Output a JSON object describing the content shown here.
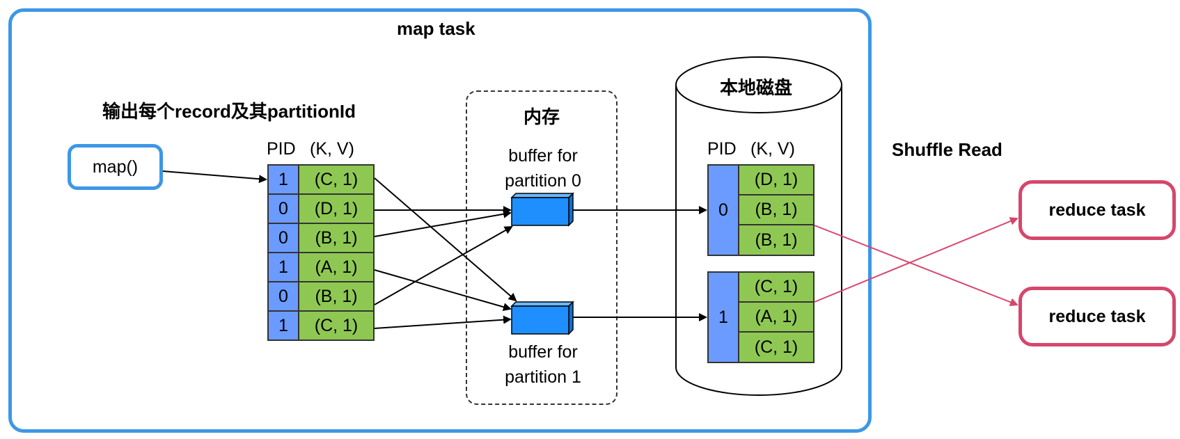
{
  "colors": {
    "frame_blue": "#3d97e6",
    "pid_blue": "#6b9bff",
    "kv_green": "#8ec853",
    "buffer_blue": "#1f8fff",
    "reduce_red": "#d6466b"
  },
  "map_task": {
    "title": "map task"
  },
  "output_label": "输出每个record及其partitionId",
  "map_button": "map()",
  "record_table": {
    "header_pid": "PID",
    "header_kv": "(K, V)",
    "rows": [
      {
        "pid": "1",
        "kv": "(C, 1)"
      },
      {
        "pid": "0",
        "kv": "(D, 1)"
      },
      {
        "pid": "0",
        "kv": "(B, 1)"
      },
      {
        "pid": "1",
        "kv": "(A, 1)"
      },
      {
        "pid": "0",
        "kv": "(B, 1)"
      },
      {
        "pid": "1",
        "kv": "(C, 1)"
      }
    ]
  },
  "memory": {
    "title": "内存",
    "buffer0_line1": "buffer for",
    "buffer0_line2": "partition 0",
    "buffer1_line1": "buffer for",
    "buffer1_line2": "partition 1",
    "buffer_icon": "buffer-block-icon"
  },
  "disk": {
    "title": "本地磁盘",
    "header_pid": "PID",
    "header_kv": "(K, V)",
    "partitions": [
      {
        "pid": "0",
        "rows": [
          "(D, 1)",
          "(B, 1)",
          "(B, 1)"
        ]
      },
      {
        "pid": "1",
        "rows": [
          "(C, 1)",
          "(A, 1)",
          "(C, 1)"
        ]
      }
    ]
  },
  "shuffle_read": "Shuffle Read",
  "reduce_tasks": [
    "reduce task",
    "reduce task"
  ]
}
